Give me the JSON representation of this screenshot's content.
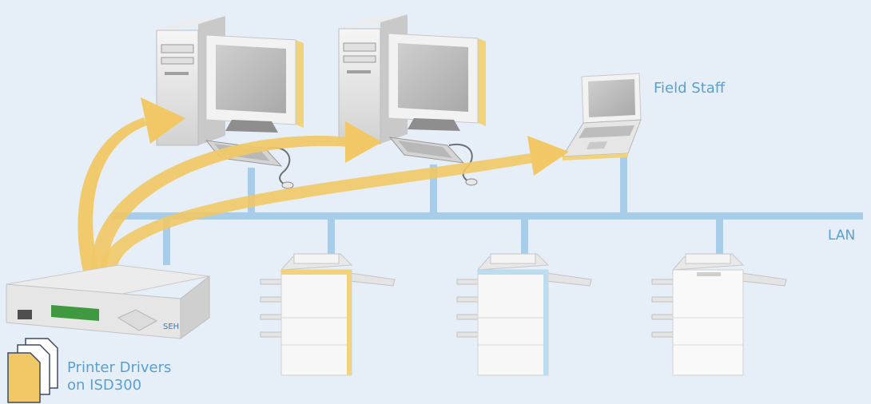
{
  "labels": {
    "field_staff": "Field Staff",
    "lan": "LAN",
    "drivers_line1": "Printer Drivers",
    "drivers_line2": "on ISD300"
  },
  "device": {
    "brand": "SEH"
  },
  "colors": {
    "background": "#e6eff8",
    "lan_line": "#a9cce8",
    "arrow": "#f1c865",
    "label": "#5a9fd0",
    "printer_accent_1": "#f2d27a",
    "printer_accent_2": "#bcdcf0"
  }
}
